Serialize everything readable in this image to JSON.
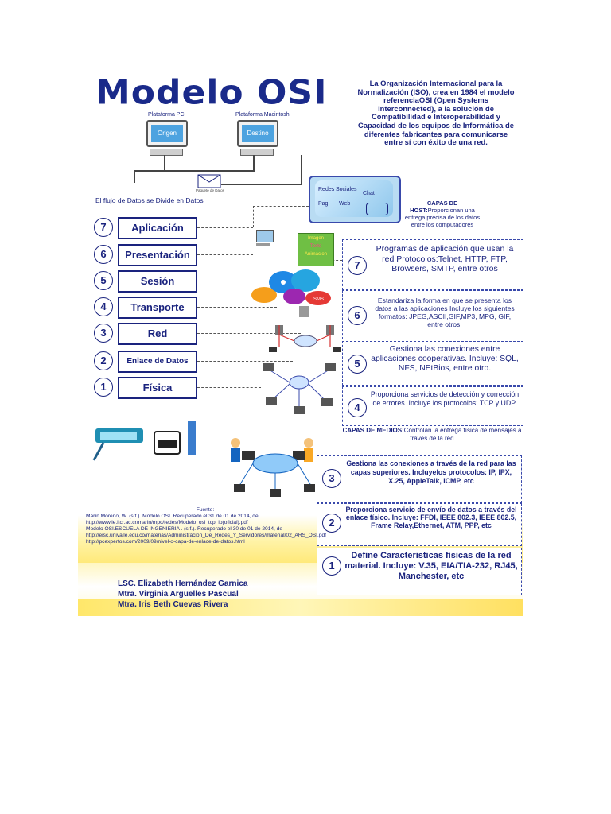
{
  "header": {
    "title": "Modelo OSI",
    "intro": "La Organización Internacional para la Normalización (ISO), crea en 1984 el modelo referenciaOSI (Open Systems Interconnected), a la solución de Compatibilidad e Interoperabilidad y Capacidad de los equipos de Informática de diferentes fabricantes para comunicarse entre sí con éxito de una red."
  },
  "diagram": {
    "platform_left": "Plataforma PC",
    "platform_right": "Plataforma Macintosh",
    "origin": "Origen",
    "destination": "Destino",
    "packet": "Paquete de Datos",
    "flow_title": "El flujo de Datos se Divide en Datos",
    "social_bubble": [
      "Redes",
      "Sociales",
      "Chat",
      "Pag",
      "Web"
    ],
    "media_labels": [
      "Imagen",
      "Texto",
      "Animacion"
    ],
    "sms": "SMS"
  },
  "layers": [
    {
      "num": "7",
      "name": "Aplicación"
    },
    {
      "num": "6",
      "name": "Presentación"
    },
    {
      "num": "5",
      "name": "Sesión"
    },
    {
      "num": "4",
      "name": "Transporte"
    },
    {
      "num": "3",
      "name": "Red"
    },
    {
      "num": "2",
      "name": "Enlace de Datos"
    },
    {
      "num": "1",
      "name": "Física"
    }
  ],
  "host_caption": {
    "label": "CAPAS DE HOST:",
    "text": "Proporcionan una entrega precisa de los datos entre los computadores"
  },
  "media_caption": {
    "label": "CAPAS DE MEDIOS:",
    "text": "Controlan la entrega física de mensajes a través de la red"
  },
  "descriptions": [
    {
      "num": "7",
      "text": "Programas de aplicación que usan la red Protocolos:Telnet, HTTP, FTP, Browsers, SMTP, entre otros"
    },
    {
      "num": "6",
      "text": "Estandariza la forma en que se presenta los datos a las aplicaciones Incluye los siguientes formatos: JPEG,ASCII,GIF,MP3, MPG, GIF, entre otros."
    },
    {
      "num": "5",
      "text": "Gestiona las conexiones entre aplicaciones cooperativas. Incluye: SQL, NFS, NEtBios, entre otro."
    },
    {
      "num": "4",
      "text": "Proporciona servicios de detección y corrección de errores. Incluye los protocolos: TCP y UDP."
    },
    {
      "num": "3",
      "text": "Gestiona las conexiones a través de la red para las capas superiores. Incluyelos protocolos: IP, IPX, X.25, AppleTalk, ICMP, etc"
    },
    {
      "num": "2",
      "text": "Proporciona servicio de envío de datos a través del enlace físico. Incluye: FFDI, IEEE 802.3, IEEE 802.5, Frame Relay,Ethernet, ATM, PPP, etc"
    },
    {
      "num": "1",
      "text": "Define Caracteristicas físicas de la red material. Incluye: V.35, EIA/TIA-232, RJ45, Manchester, etc"
    }
  ],
  "source": {
    "label": "Fuente:",
    "lines": [
      "Marín Moreno, W. (s.f.). Modelo OSI. Recuperado el 31 de 01 de 2014, de http://www.ie.itcr.ac.cr/marin/mpc/redes/Modelo_osi_tcp_ip(oficial).pdf",
      "Modelo OSI.ESCUELA DE INGENIERIA . (s.f.). Recuperado el 30 de 01 de 2014, de http://eisc.univalle.edu.co/materias/Administracion_De_Redes_Y_Servidores/material/02_ARS_OSI.pdf",
      "http://pcexpertos.com/2009/09/nivel-o-capa-de-enlace-de-datos.html"
    ]
  },
  "authors": [
    "LSC. Elizabeth Hernández Garnica",
    "Mtra. Virginia Arguelles Pascual",
    "Mtra. Iris Beth Cuevas Rivera"
  ],
  "colors": {
    "primary": "#1a237e",
    "accent_yellow": "#ffe97a",
    "screen_blue": "#4da3e0"
  }
}
